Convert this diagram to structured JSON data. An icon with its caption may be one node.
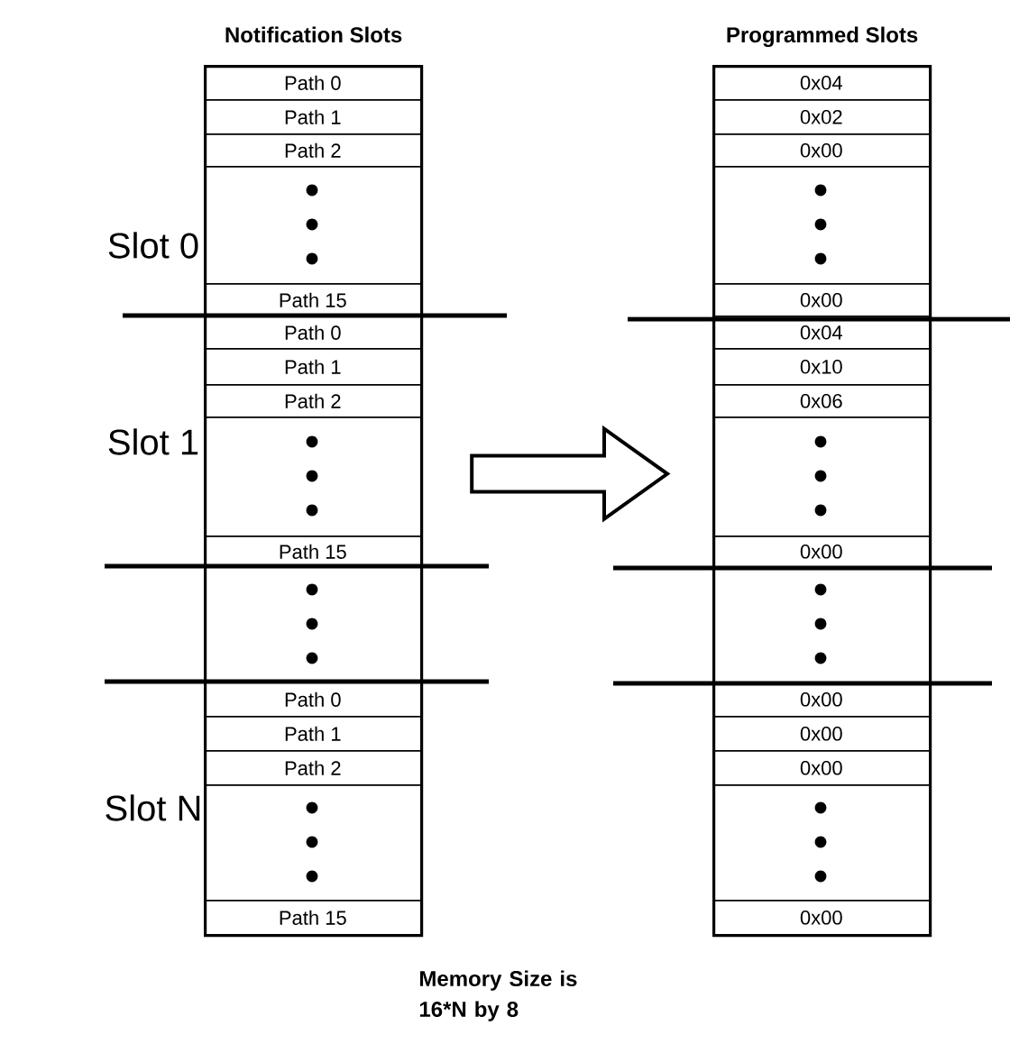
{
  "diagram": {
    "caption": "Memory Size is 16*N by 8",
    "nodes": [
      {
        "text": [
          "Notification Slots"
        ]
      },
      {
        "text": [
          "Path 0"
        ],
        "in": 0
      },
      {
        "text": [
          "Path 1"
        ],
        "in": 0
      },
      {
        "text": [
          "Path 2"
        ],
        "in": 0
      },
      {
        "text": [],
        "shape": "box",
        "in": 0
      },
      {
        "text": [
          "Path 15"
        ],
        "in": 0
      },
      {
        "text": [
          "Path 0"
        ],
        "in": 0
      },
      {
        "text": [
          "Path 1"
        ],
        "in": 0
      },
      {
        "text": [
          "Path 2"
        ],
        "in": 0
      },
      {
        "text": [],
        "shape": "box",
        "in": 0
      },
      {
        "text": [
          "Path 15"
        ],
        "in": 0
      },
      {
        "text": [],
        "shape": "box",
        "in": 0
      },
      {
        "text": [
          "Path 0"
        ],
        "in": 0
      },
      {
        "text": [
          "Path 1"
        ],
        "in": 0
      },
      {
        "text": [
          "Path 2"
        ],
        "in": 0
      },
      {
        "text": [],
        "shape": "box",
        "in": 0
      },
      {
        "text": [
          "Path 15"
        ],
        "in": 0
      },
      {
        "text": [
          "Programmed Slots"
        ]
      },
      {
        "text": [
          "0x04"
        ],
        "in": 17
      },
      {
        "text": [
          "0x02"
        ],
        "in": 17
      },
      {
        "text": [
          "0x00"
        ],
        "in": 17
      },
      {
        "text": [],
        "shape": "box",
        "in": 17
      },
      {
        "text": [
          "0x00"
        ],
        "in": 17
      },
      {
        "text": [
          "0x04"
        ],
        "in": 17
      },
      {
        "text": [
          "0x10"
        ],
        "in": 17
      },
      {
        "text": [
          "0x06"
        ],
        "in": 17
      },
      {
        "text": [],
        "shape": "box",
        "in": 17
      },
      {
        "text": [
          "0x00"
        ],
        "in": 17
      },
      {
        "text": [],
        "shape": "box",
        "in": 17
      },
      {
        "text": [
          "0x00"
        ],
        "in": 17
      },
      {
        "text": [
          "0x00"
        ],
        "in": 17
      },
      {
        "text": [
          "0x00"
        ],
        "in": 17
      },
      {
        "text": [],
        "shape": "box",
        "in": 17
      },
      {
        "text": [
          "0x00"
        ],
        "in": 17
      }
    ],
    "edges": [
      {
        "from": 0,
        "to": 17,
        "arrow": "to"
      }
    ],
    "labels": [
      "Slot 0",
      "Slot 1",
      "Slot N"
    ]
  }
}
